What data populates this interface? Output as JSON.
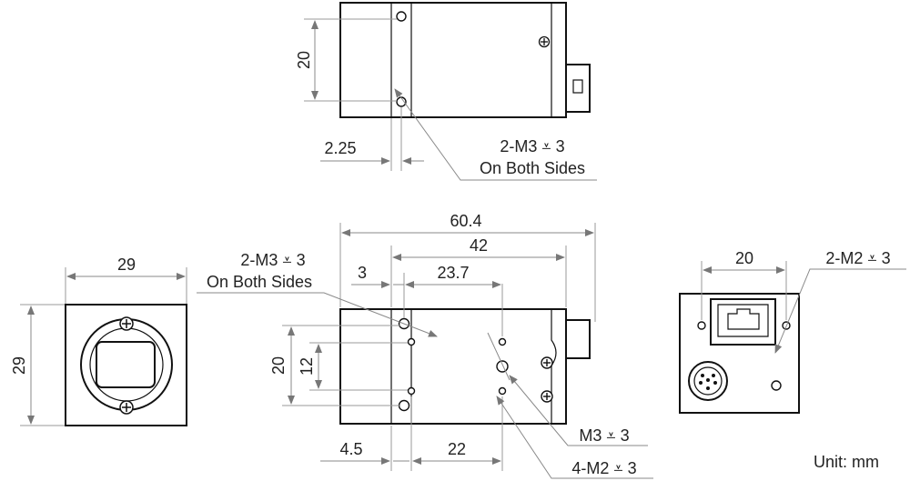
{
  "top_view": {
    "dim_height": "20",
    "dim_offset": "2.25",
    "callout_line1": "2-M3 ⩡ 3",
    "callout_line2": "On Both Sides"
  },
  "front_view": {
    "dim_width": "29",
    "dim_height": "29"
  },
  "side_view": {
    "dim_overall": "60.4",
    "dim_body": "42",
    "dim_holes": "23.7",
    "dim_edge": "3",
    "dim_20": "20",
    "dim_12": "12",
    "dim_bottom_left": "4.5",
    "dim_bottom_right": "22",
    "callout_line1": "2-M3 ⩡ 3",
    "callout_line2": "On Both Sides",
    "callout_m3": "M3 ⩡ 3",
    "callout_m2": "4-M2 ⩡ 3"
  },
  "rear_view": {
    "dim_width": "20",
    "callout": "2-M2 ⩡ 3"
  },
  "unit_label": "Unit: mm"
}
